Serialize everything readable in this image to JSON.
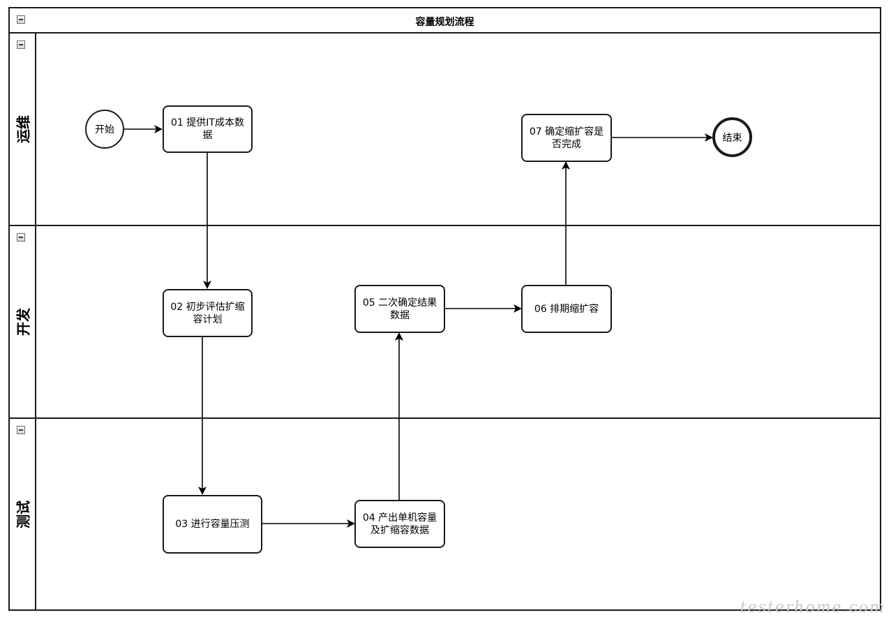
{
  "diagram": {
    "title": "容量规划流程",
    "lanes": [
      {
        "id": "ops",
        "label": "运维"
      },
      {
        "id": "dev",
        "label": "开发"
      },
      {
        "id": "test",
        "label": "测试"
      }
    ],
    "nodes": {
      "start": "开始",
      "n01": "01 提供IT成本数据",
      "n02": "02 初步评估扩缩容计划",
      "n03": "03 进行容量压测",
      "n04": "04 产出单机容量及扩缩容数据",
      "n05": "05 二次确定结果数据",
      "n06": "06 排期缩扩容",
      "n07": "07 确定缩扩容是否完成",
      "end": "结束"
    }
  },
  "watermark": "testerhome.com"
}
